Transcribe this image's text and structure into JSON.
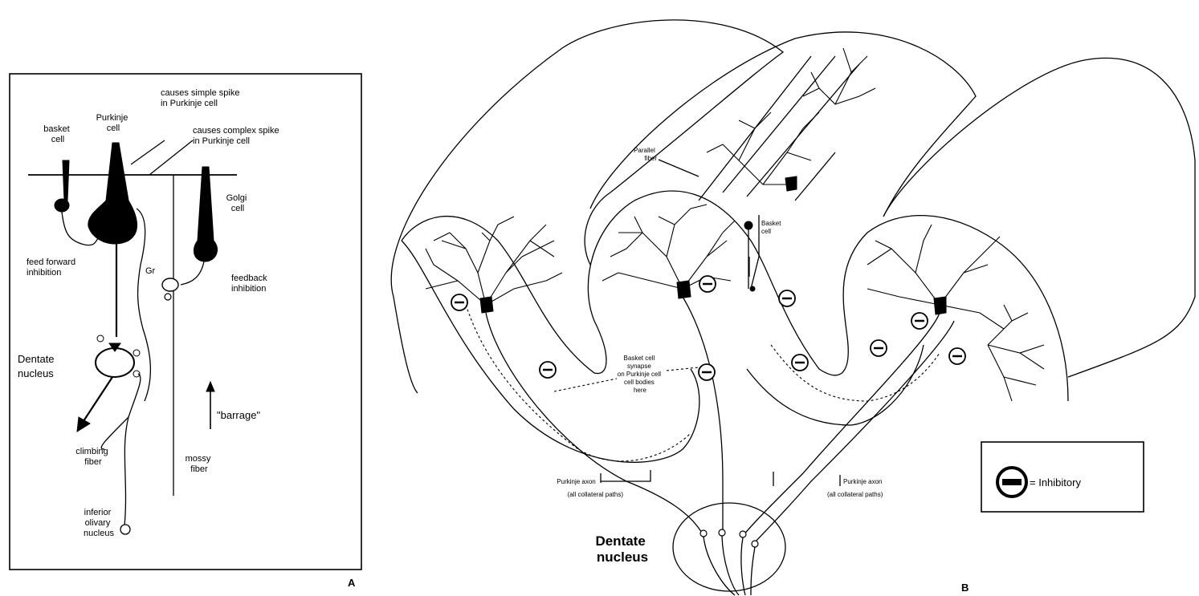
{
  "panel_a": {
    "letter": "A",
    "labels": {
      "basket_cell": [
        "basket",
        "cell"
      ],
      "purkinje_cell": [
        "Purkinje",
        "cell"
      ],
      "simple_spike": [
        "causes simple spike",
        "in Purkinje cell"
      ],
      "complex_spike": [
        "causes complex spike",
        "in Purkinje cell"
      ],
      "golgi_cell": [
        "Golgi",
        "cell"
      ],
      "feed_forward": [
        "feed forward",
        "inhibition"
      ],
      "feedback": [
        "feedback",
        "inhibition"
      ],
      "gr": "Gr",
      "dentate_nucleus": [
        "Dentate",
        "nucleus"
      ],
      "barrage": "\"barrage\"",
      "climbing_fiber": [
        "climbing",
        "fiber"
      ],
      "mossy_fiber": [
        "mossy",
        "fiber"
      ],
      "inferior_olivary": [
        "inferior",
        "olivary",
        "nucleus"
      ]
    }
  },
  "panel_b": {
    "letter": "B",
    "labels": {
      "parallel_fiber": [
        "Parallel",
        "fiber"
      ],
      "basket_cell": [
        "Basket",
        "cell"
      ],
      "basket_cell_synapse": [
        "Basket cell",
        "synapse",
        "on Purkinje cell",
        "cell bodies",
        "here"
      ],
      "left_axon": [
        "Purkinje axon",
        "(all collateral paths)"
      ],
      "right_axon": [
        "Purkinje axon",
        "(all collateral paths)"
      ],
      "dentate_nucleus": [
        "Dentate",
        "nucleus"
      ]
    }
  },
  "legend": {
    "text": "= Inhibitory",
    "icon": "inhibitory-minus-icon"
  }
}
